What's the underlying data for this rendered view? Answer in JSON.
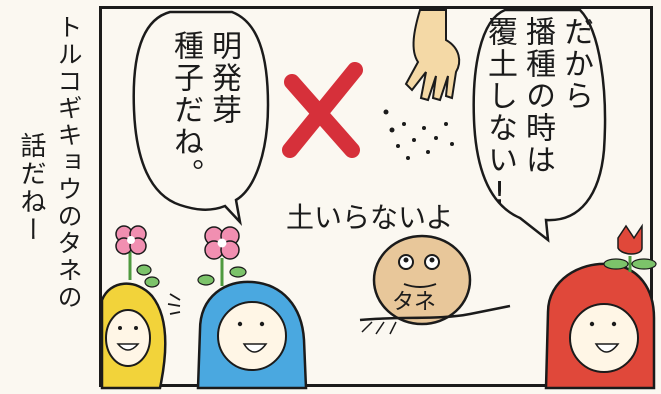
{
  "side_caption": {
    "line1": "トルコギキョウのタネの",
    "line2": "話だねー"
  },
  "speech_left": {
    "line1": "明発芽",
    "line2": "種子だね。"
  },
  "speech_right": {
    "line1": "だから",
    "line2": "播種の時は",
    "line3": "覆土しない!"
  },
  "mid_text": "土いらないよ",
  "seed_label": "タネ",
  "colors": {
    "outline": "#1b1b1b",
    "cross_red": "#d6303a",
    "yellow": "#f2d33a",
    "blue": "#4aa8e0",
    "red": "#e0483a",
    "pink": "#f18fb1",
    "green": "#7cc36a",
    "seed_tan": "#e8c79a",
    "hand": "#f4d9a6"
  }
}
